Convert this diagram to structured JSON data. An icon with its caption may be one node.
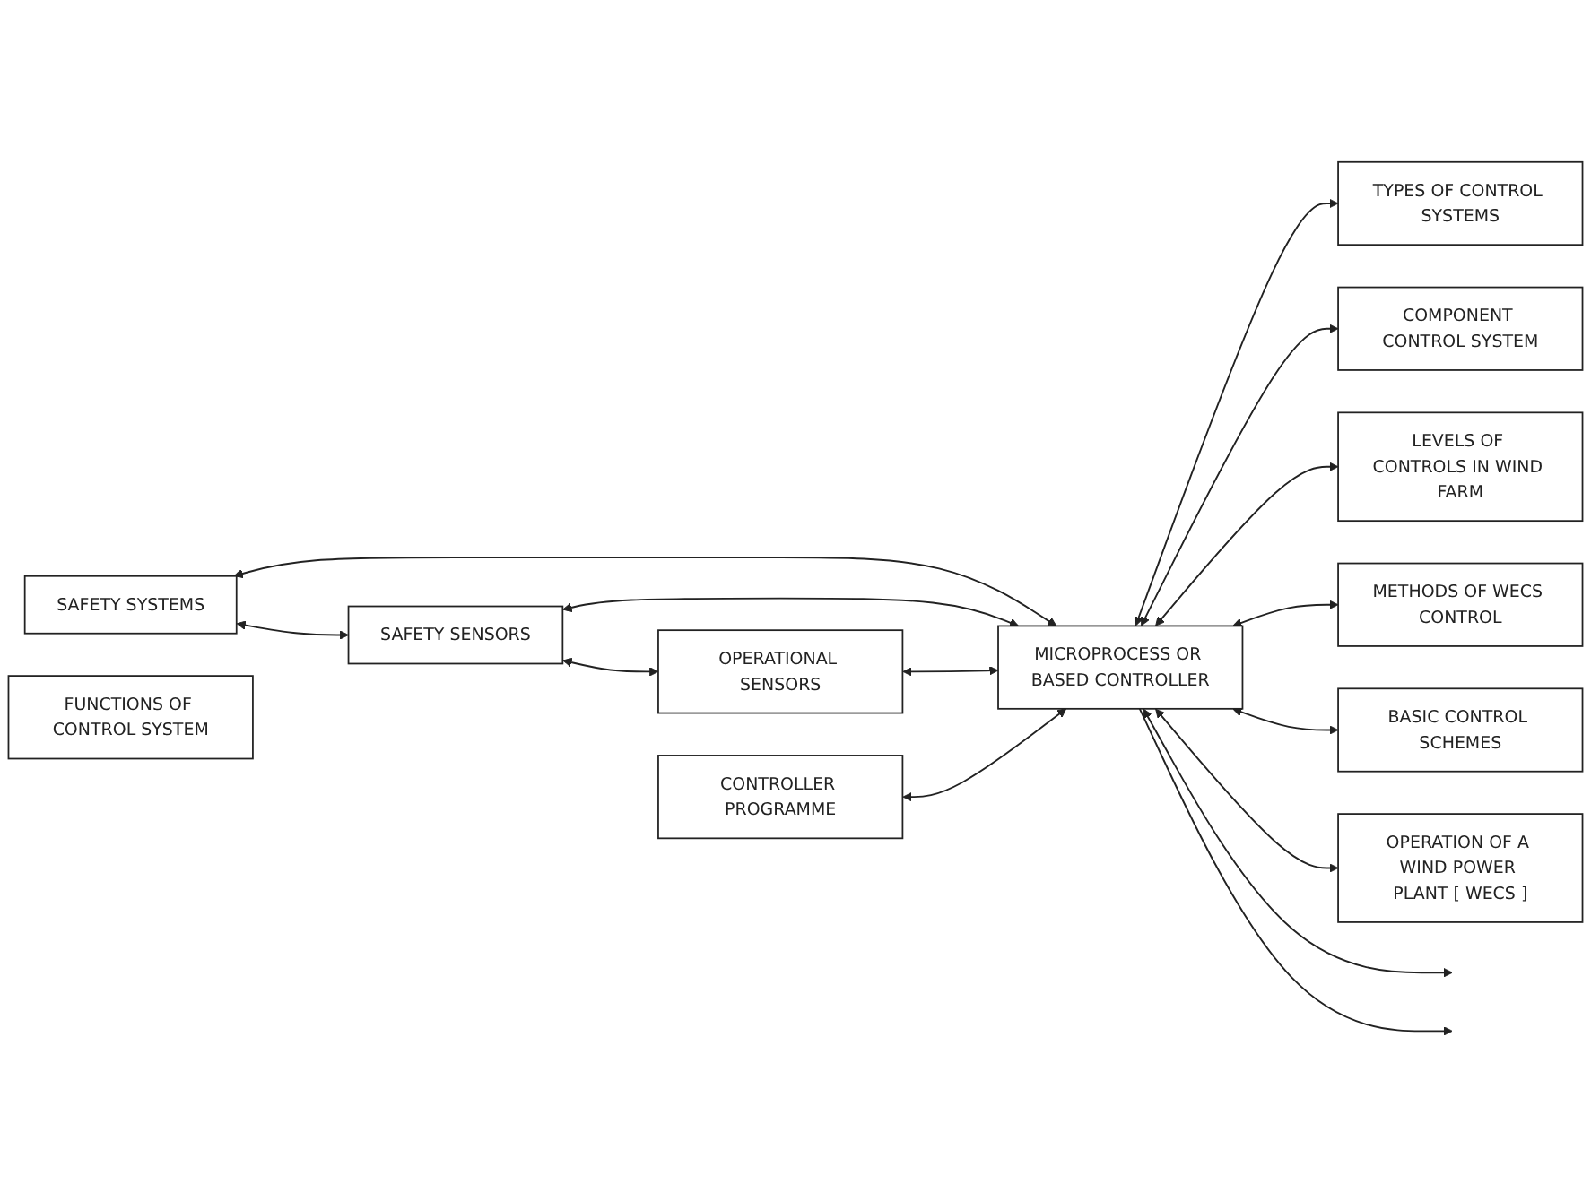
{
  "diagram": {
    "nodes": [
      {
        "text": [
          "SAFETY SYSTEMS"
        ]
      },
      {
        "text": [
          "SAFETY SENSORS"
        ]
      },
      {
        "text": [
          "OPERATIONAL SENSORS"
        ]
      },
      {
        "text": [
          "CONTROLLER PROGRAMME"
        ]
      },
      {
        "text": [
          "MICROPROCESS OR BASED CONTROLLER"
        ]
      },
      {
        "text": [
          "TYPES OF CONTROL SYSTEMS"
        ]
      },
      {
        "text": [
          "COMPONENT CONTROL SYSTEM"
        ]
      },
      {
        "text": [
          "LEVELS OF CONTROLS IN WIND FARM"
        ]
      },
      {
        "text": [
          "FUNCTIONS OF CONTROL SYSTEM"
        ]
      },
      {
        "text": [
          "METHODS OF WECS CONTROL"
        ]
      },
      {
        "text": [
          "BASIC CONTROL SCHEMES"
        ]
      },
      {
        "text": [
          "OPERATION OF A WIND POWER PLANT [ WECS ]"
        ]
      }
    ],
    "edges": [
      {
        "from": 0,
        "to": 1,
        "arrow": "both"
      },
      {
        "from": 1,
        "to": 2,
        "arrow": "both"
      },
      {
        "from": 0,
        "to": 4,
        "arrow": "both"
      },
      {
        "from": 1,
        "to": 4,
        "arrow": "both"
      },
      {
        "from": 2,
        "to": 4,
        "arrow": "both"
      },
      {
        "from": 4,
        "to": 5,
        "arrow": "both"
      },
      {
        "from": 3,
        "to": 4,
        "arrow": "both"
      },
      {
        "from": 4,
        "to": 6,
        "arrow": "both"
      },
      {
        "from": 4,
        "to": 7,
        "arrow": "both"
      },
      {
        "from": 4,
        "to": 9,
        "arrow": "both"
      },
      {
        "from": 4,
        "to": 10,
        "arrow": "both"
      },
      {
        "from": 4,
        "to": 11,
        "arrow": "both"
      },
      {
        "from": 4,
        "to": null,
        "arrow": "both"
      },
      {
        "from": 4,
        "to": null,
        "arrow": "to"
      }
    ]
  }
}
